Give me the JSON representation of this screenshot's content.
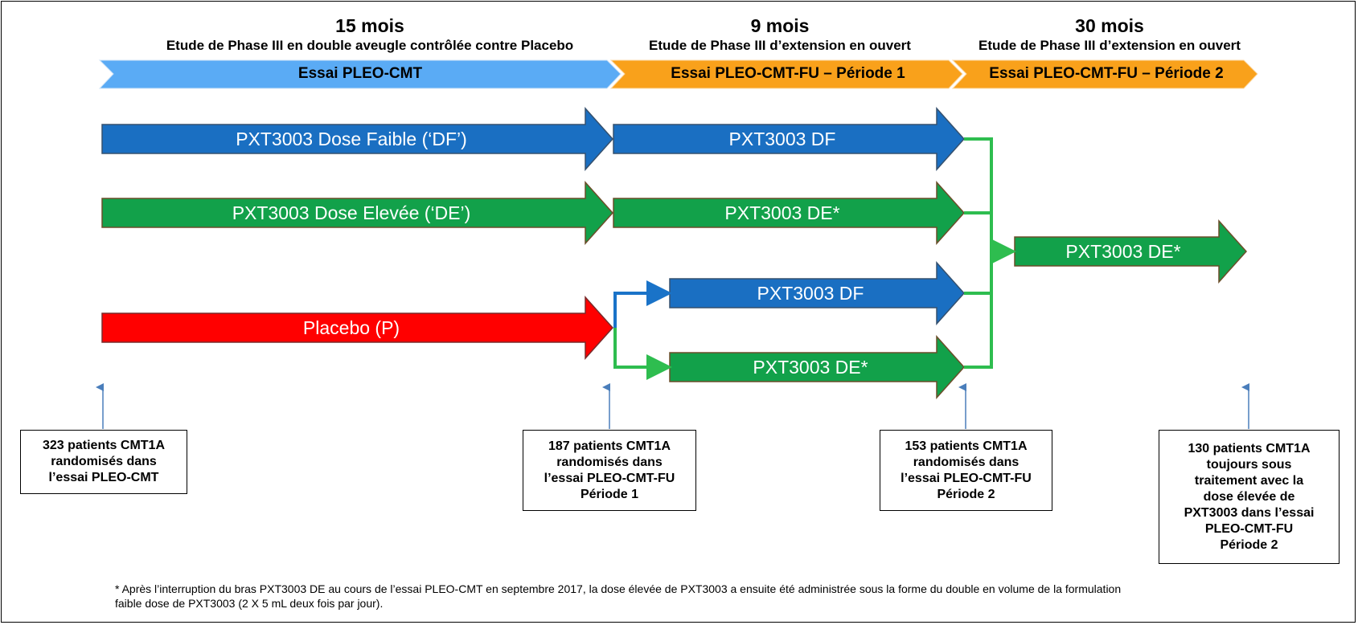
{
  "headers": [
    {
      "months": "15 mois",
      "desc": "Etude de Phase III en double aveugle contrôlée contre Placebo"
    },
    {
      "months": "9 mois",
      "desc": "Etude de Phase III d’extension en ouvert"
    },
    {
      "months": "30 mois",
      "desc": "Etude de Phase III d’extension en ouvert"
    }
  ],
  "phases": [
    {
      "label": "Essai PLEO-CMT",
      "color": "#5aabf5"
    },
    {
      "label": "Essai PLEO-CMT-FU  – Période 1",
      "color": "#f9a11b"
    },
    {
      "label": "Essai PLEO-CMT-FU  – Période 2",
      "color": "#f9a11b"
    }
  ],
  "arms": {
    "df_main": "PXT3003 Dose Faible (‘DF’)",
    "df_ext": "PXT3003 DF",
    "de_main": "PXT3003 Dose Elevée (‘DE’)",
    "de_ext": "PXT3003 DE*",
    "placebo": "Placebo (P)",
    "placebo_df": "PXT3003 DF",
    "placebo_de": "PXT3003 DE*",
    "final": "PXT3003 DE*"
  },
  "colors": {
    "blue": "#1a6fc2",
    "green": "#12a14a",
    "red": "#ff0000",
    "connector_green": "#2ebd4f",
    "connector_blue": "#1a73c8",
    "pointer": "#4a7ebb"
  },
  "boxes": [
    "323 patients CMT1A\nrandomisés dans\nl’essai PLEO-CMT",
    "187 patients CMT1A\nrandomisés dans\nl’essai PLEO-CMT-FU\nPériode 1",
    "153 patients CMT1A\nrandomisés dans\nl’essai PLEO-CMT-FU\nPériode 2",
    "130 patients CMT1A\ntoujours sous\ntraitement avec la\ndose élevée de\nPXT3003 dans l’essai\nPLEO-CMT-FU\nPériode 2"
  ],
  "footnote": "* Après l’interruption du bras PXT3003 DE au cours de l’essai PLEO-CMT en septembre 2017, la dose élevée de PXT3003 a ensuite été administrée sous la forme du double en volume de la formulation\n faible dose de PXT3003 (2 X 5 mL deux fois par jour)."
}
